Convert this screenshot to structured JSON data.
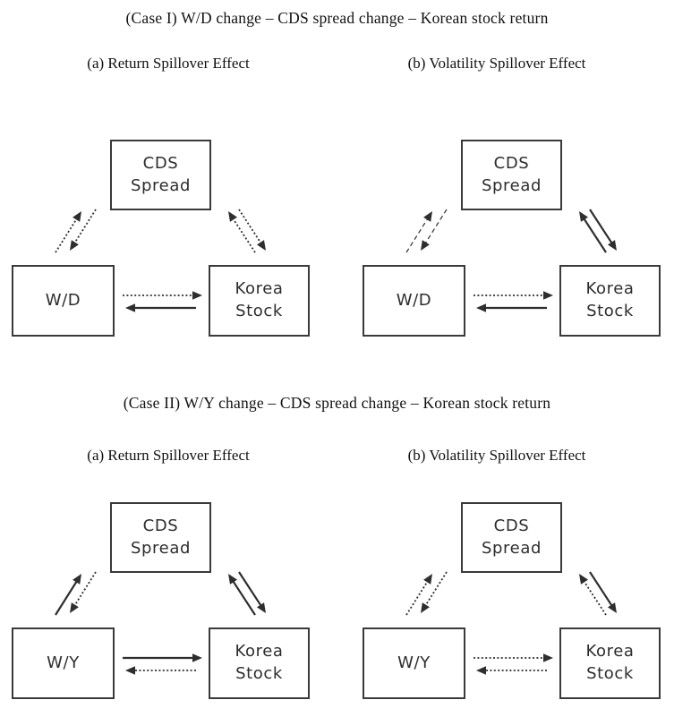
{
  "colors": {
    "ink": "#2e2e2e",
    "box_border": "#3a3a3a",
    "box_text": "#2d2d2d",
    "background": "#ffffff"
  },
  "cases": [
    {
      "title": "(Case I) W/D change – CDS spread change – Korean stock return",
      "panels": [
        {
          "subtitle": "(a) Return Spillover Effect",
          "boxes": {
            "top": [
              "CDS",
              "Spread"
            ],
            "left": [
              "W/D"
            ],
            "right": [
              "Korea",
              "Stock"
            ]
          },
          "arrows": {
            "left_up": "dotted",
            "left_down": "dotted",
            "right_up": "dotted",
            "right_down": "dotted",
            "horiz_right": "dotted",
            "horiz_left": "solid"
          }
        },
        {
          "subtitle": "(b) Volatility Spillover Effect",
          "boxes": {
            "top": [
              "CDS",
              "Spread"
            ],
            "left": [
              "W/D"
            ],
            "right": [
              "Korea",
              "Stock"
            ]
          },
          "arrows": {
            "left_up": "dashed",
            "left_down": "dashed",
            "right_up": "solid",
            "right_down": "solid",
            "horiz_right": "dotted",
            "horiz_left": "solid"
          }
        }
      ]
    },
    {
      "title": "(Case II) W/Y change – CDS spread change – Korean stock return",
      "panels": [
        {
          "subtitle": "(a) Return Spillover Effect",
          "boxes": {
            "top": [
              "CDS",
              "Spread"
            ],
            "left": [
              "W/Y"
            ],
            "right": [
              "Korea",
              "Stock"
            ]
          },
          "arrows": {
            "left_up": "solid",
            "left_down": "dotted",
            "right_up": "solid",
            "right_down": "solid",
            "horiz_right": "solid",
            "horiz_left": "dotted"
          }
        },
        {
          "subtitle": "(b) Volatility Spillover Effect",
          "boxes": {
            "top": [
              "CDS",
              "Spread"
            ],
            "left": [
              "W/Y"
            ],
            "right": [
              "Korea",
              "Stock"
            ]
          },
          "arrows": {
            "left_up": "dotted",
            "left_down": "dotted",
            "right_up": "dotted",
            "right_down": "solid",
            "horiz_right": "dotted",
            "horiz_left": "dotted"
          }
        }
      ]
    }
  ]
}
